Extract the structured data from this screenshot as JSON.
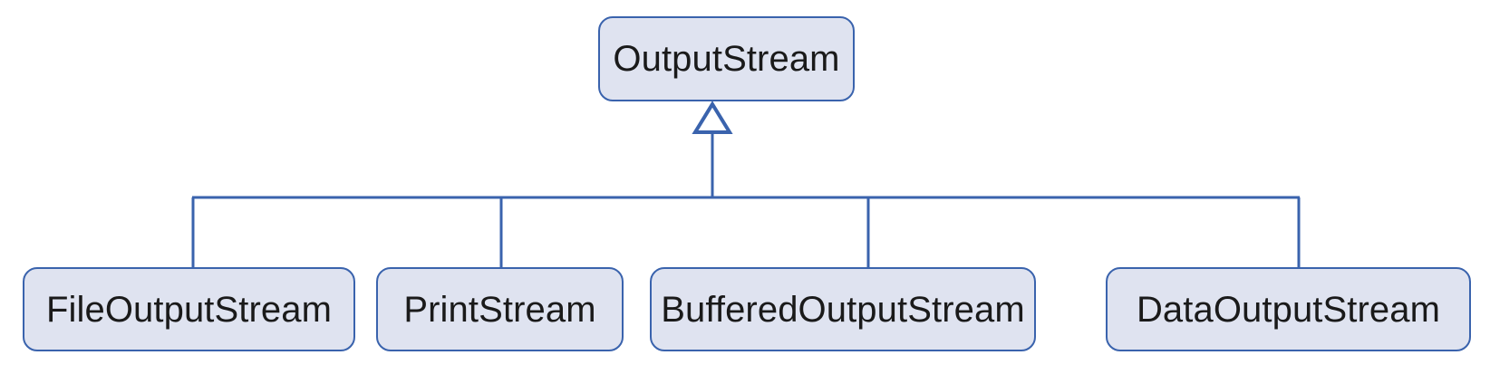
{
  "diagram": {
    "type": "uml-class-hierarchy",
    "relationship": "generalization",
    "background_color": "#ffffff",
    "node_fill_color": "#dfe3f0",
    "node_border_color": "#3a63ad",
    "edge_color": "#3a63ad",
    "text_color": "#1a1a1a",
    "root": {
      "label": "OutputStream"
    },
    "children": [
      {
        "label": "FileOutputStream"
      },
      {
        "label": "PrintStream"
      },
      {
        "label": "BufferedOutputStream"
      },
      {
        "label": "DataOutputStream"
      }
    ]
  }
}
